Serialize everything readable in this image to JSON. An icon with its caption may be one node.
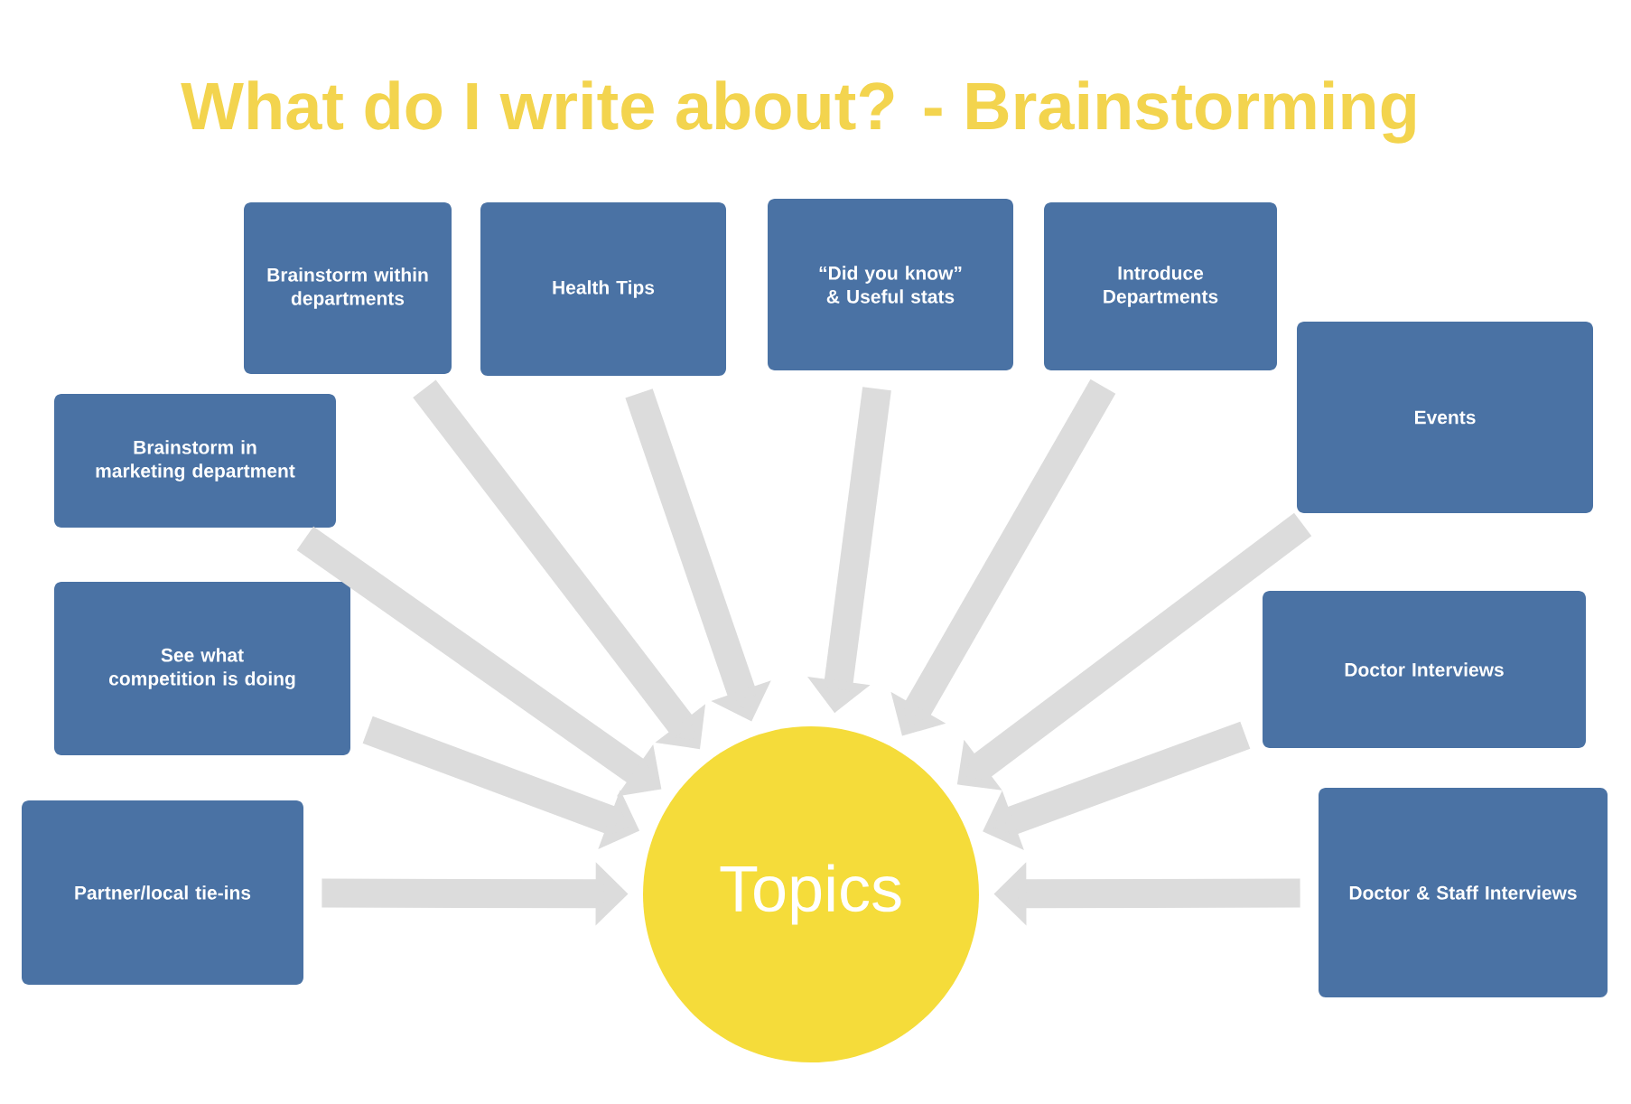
{
  "diagram": {
    "title": "What do I write about? - Brainstorming",
    "nodes": [
      {
        "text": [
          "Brainstorm within departments"
        ]
      },
      {
        "text": [
          "Health Tips"
        ]
      },
      {
        "text": [
          "“Did you know” & Useful stats"
        ]
      },
      {
        "text": [
          "Introduce Departments"
        ]
      },
      {
        "text": [
          "Events"
        ]
      },
      {
        "text": [
          "Brainstorm in marketing department"
        ]
      },
      {
        "text": [
          "See what competition is doing"
        ]
      },
      {
        "text": [
          "Doctor Interviews"
        ]
      },
      {
        "text": [
          "Partner/local tie-ins"
        ]
      },
      {
        "text": [
          "Topics"
        ]
      },
      {
        "text": [
          "Doctor & Staff Interviews"
        ]
      }
    ],
    "edges": [
      {
        "from": 0,
        "to": 9,
        "arrow": "to"
      },
      {
        "from": 1,
        "to": 9,
        "arrow": "to"
      },
      {
        "from": 2,
        "to": 9,
        "arrow": "to"
      },
      {
        "from": 3,
        "to": 9,
        "arrow": "to"
      },
      {
        "from": 4,
        "to": 9,
        "arrow": "to"
      },
      {
        "from": 5,
        "to": 9,
        "arrow": "to"
      },
      {
        "from": 6,
        "to": 9,
        "arrow": "to"
      },
      {
        "from": 7,
        "to": 9,
        "arrow": "to"
      },
      {
        "from": 8,
        "to": 9,
        "arrow": "to"
      },
      {
        "from": 10,
        "to": 9,
        "arrow": "to"
      }
    ]
  }
}
